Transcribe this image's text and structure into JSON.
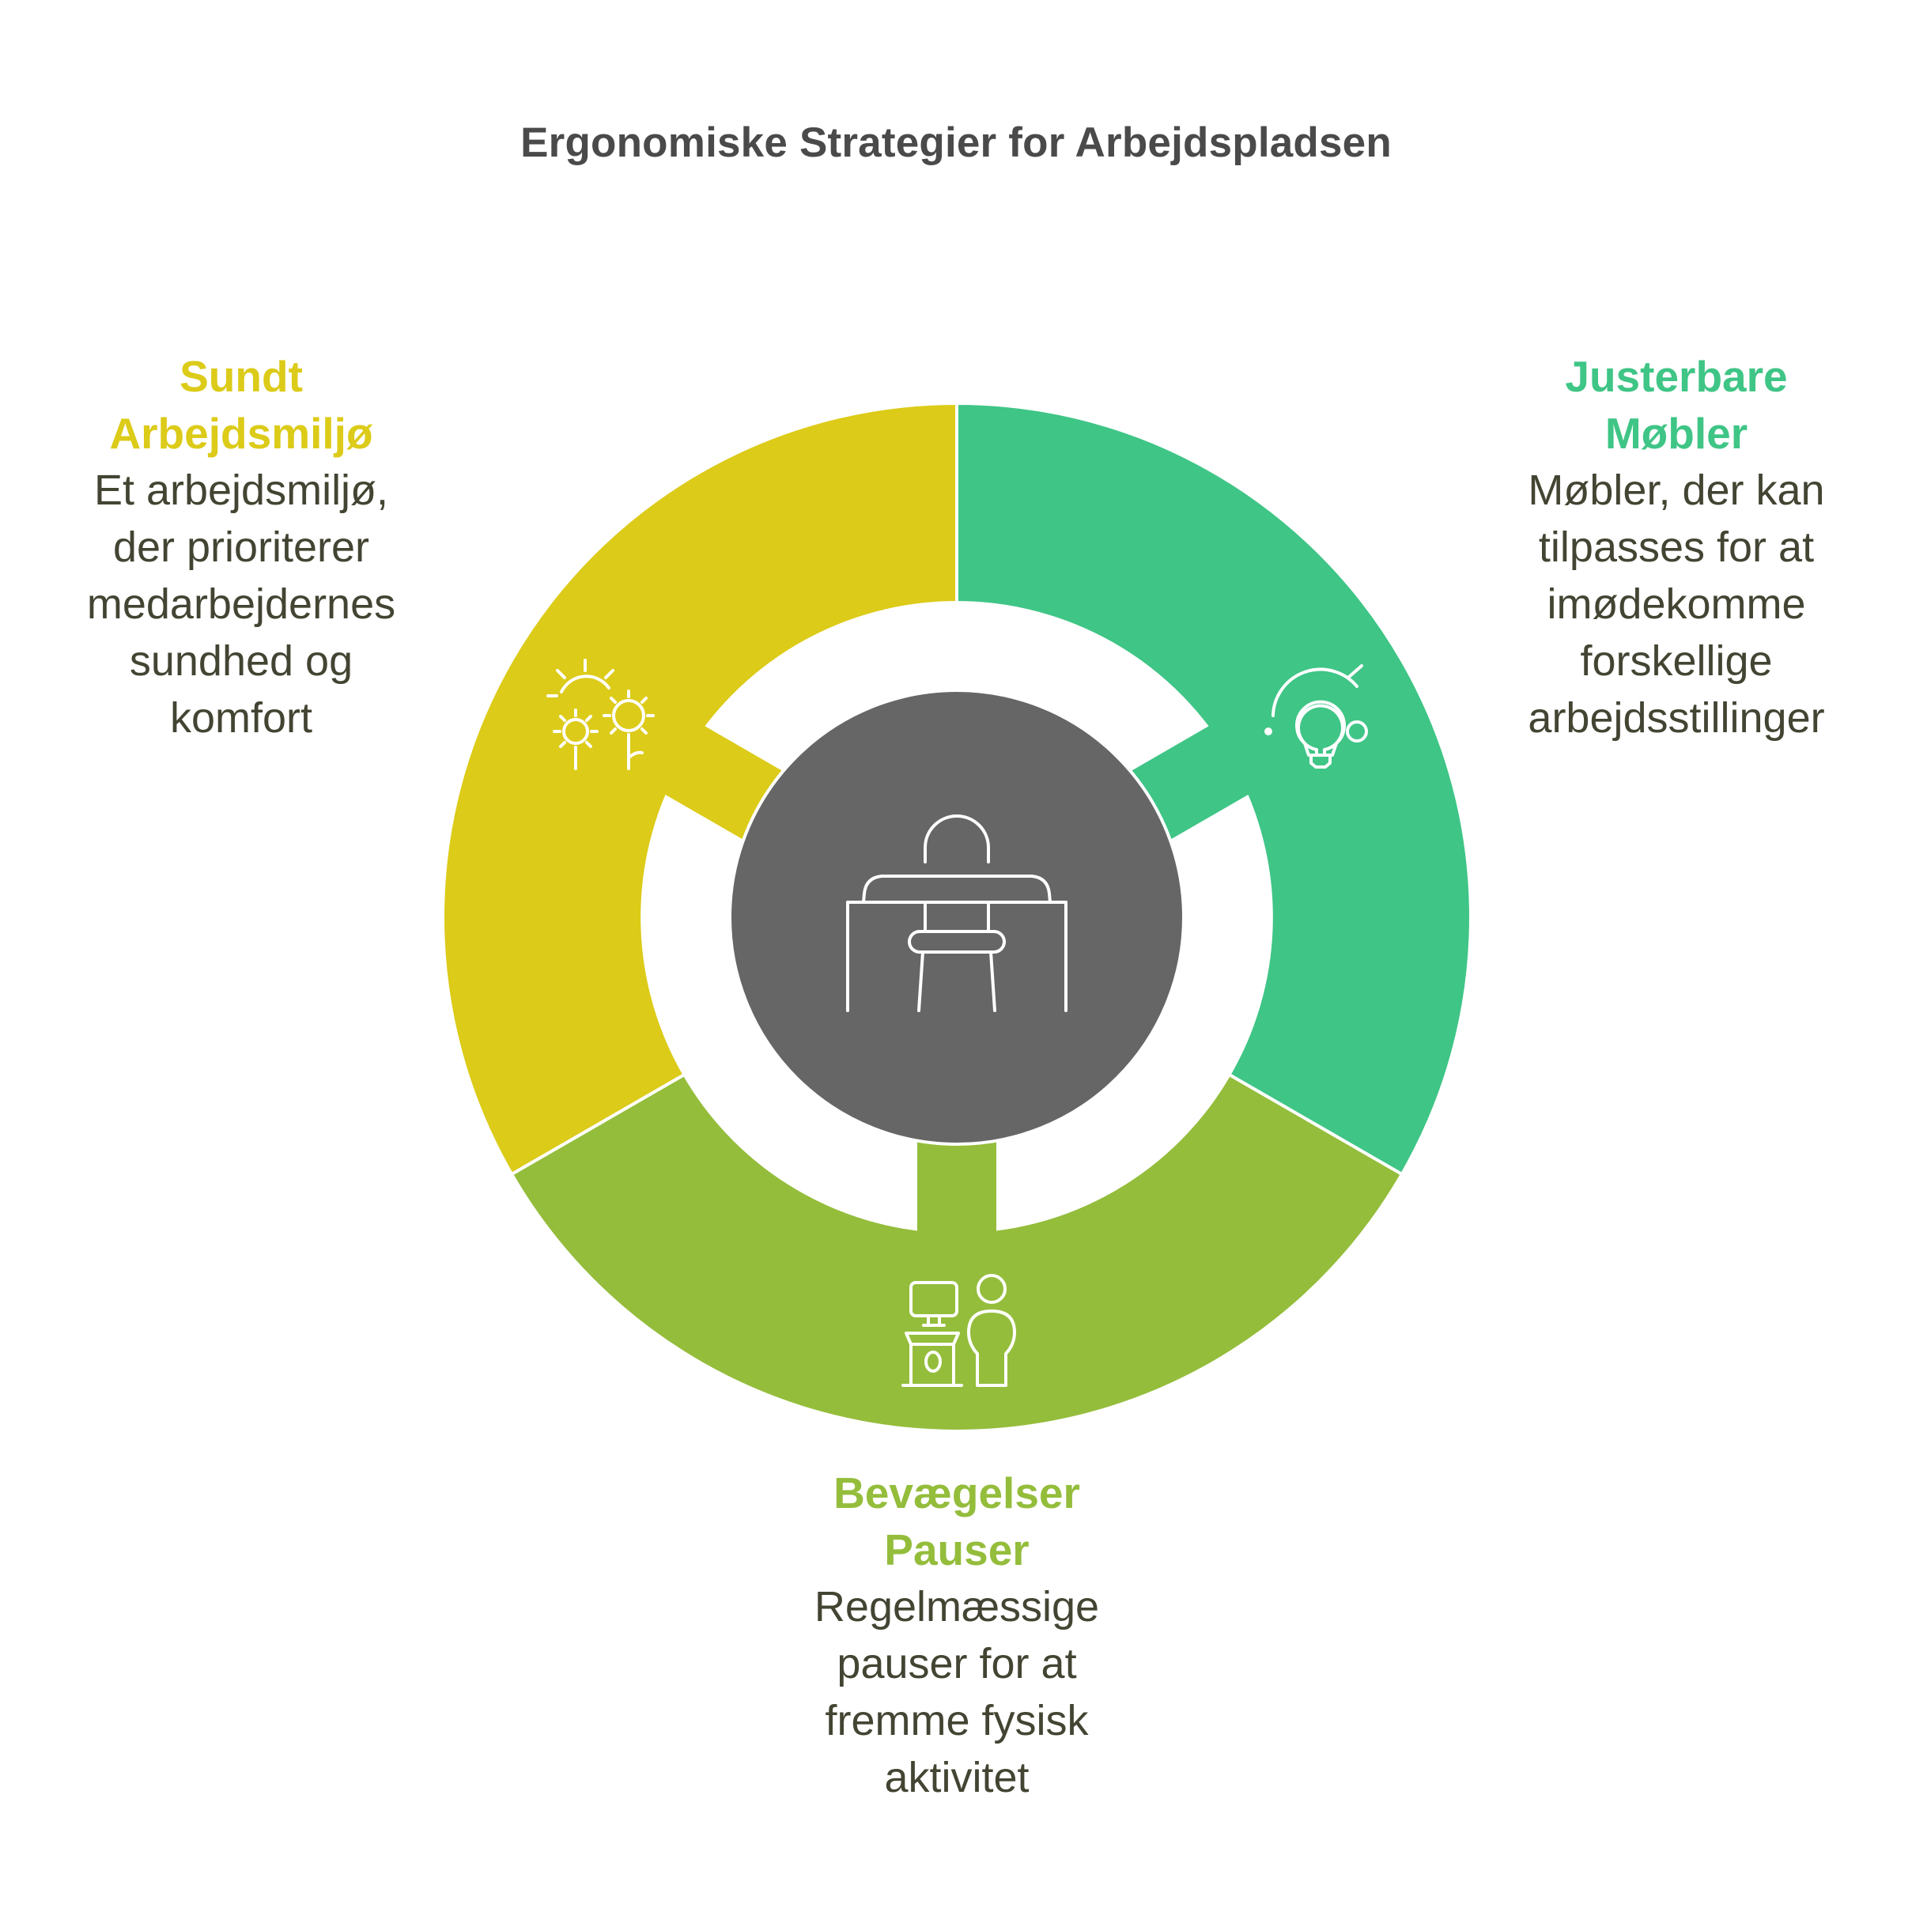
{
  "title": "Ergonomiske Strategier for Arbejdspladsen",
  "colors": {
    "title": "#4a4a4a",
    "yellow": "#dccb18",
    "green": "#3fc586",
    "lime": "#94bd3b",
    "center": "#666666",
    "desc_text": "#444433"
  },
  "center": {
    "icon": "desk-chair-icon"
  },
  "segments": [
    {
      "id": "sundt-arbejdsmiljo",
      "heading_lines": [
        "Sundt",
        "Arbejdsmiljø"
      ],
      "description_lines": [
        "Et arbejdsmiljø,",
        "der prioriterer",
        "medarbejdernes",
        "sundhed og",
        "komfort"
      ],
      "icon": "sun-flowers-icon",
      "color": "#dccb18"
    },
    {
      "id": "justerbare-mobler",
      "heading_lines": [
        "Justerbare",
        "Møbler"
      ],
      "description_lines": [
        "Møbler, der kan",
        "tilpasses for at",
        "imødekomme",
        "forskellige",
        "arbejdsstillinger"
      ],
      "icon": "lightbulb-dial-icon",
      "color": "#3fc586"
    },
    {
      "id": "bevaegelser-pauser",
      "heading_lines": [
        "Bevægelser",
        "Pauser"
      ],
      "description_lines": [
        "Regelmæssige",
        "pauser for at",
        "fremme fysisk",
        "aktivitet"
      ],
      "icon": "person-standing-desk-icon",
      "color": "#94bd3b"
    }
  ]
}
